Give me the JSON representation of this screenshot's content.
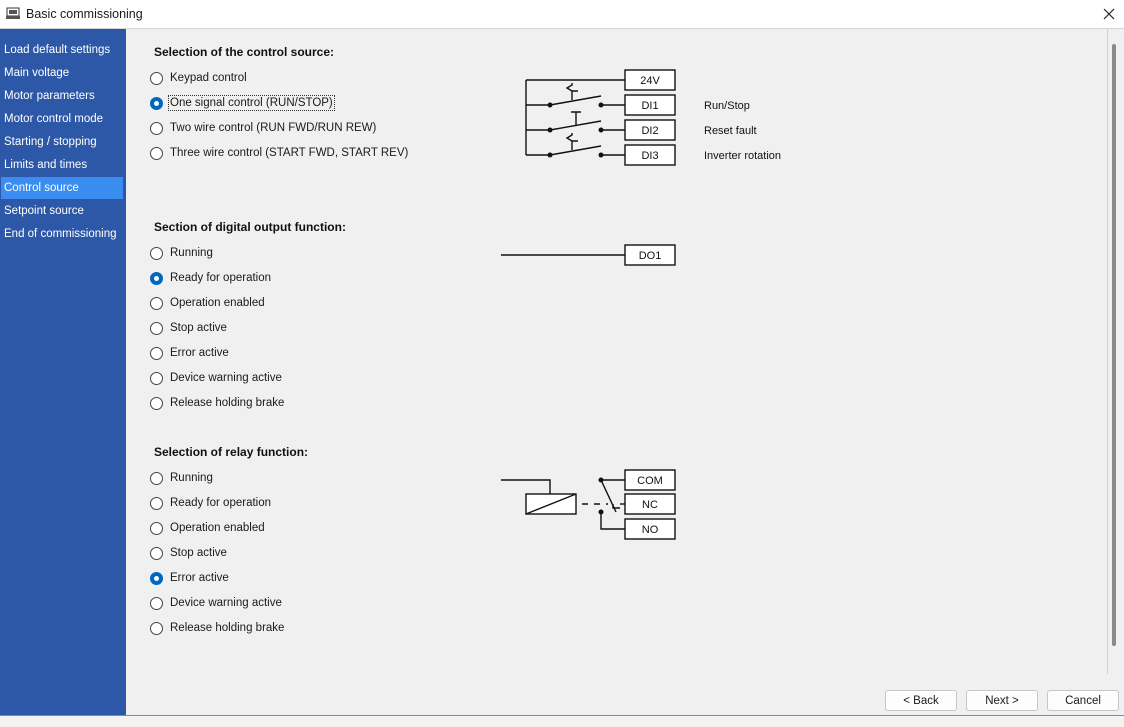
{
  "window": {
    "title": "Basic commissioning"
  },
  "sidebar": {
    "items": [
      {
        "label": "Load default settings",
        "active": false
      },
      {
        "label": "Main voltage",
        "active": false
      },
      {
        "label": "Motor parameters",
        "active": false
      },
      {
        "label": "Motor control mode",
        "active": false
      },
      {
        "label": "Starting / stopping",
        "active": false
      },
      {
        "label": "Limits and times",
        "active": false
      },
      {
        "label": "Control source",
        "active": true
      },
      {
        "label": "Setpoint source",
        "active": false
      },
      {
        "label": "End of commissioning",
        "active": false
      }
    ]
  },
  "control_source": {
    "title": "Selection of the control source:",
    "options": [
      {
        "label": "Keypad control",
        "checked": false
      },
      {
        "label": "One signal control (RUN/STOP)",
        "checked": true
      },
      {
        "label": "Two wire control (RUN FWD/RUN REW)",
        "checked": false
      },
      {
        "label": "Three wire control (START FWD, START REV)",
        "checked": false
      }
    ],
    "diagram": {
      "terminals": [
        "24V",
        "DI1",
        "DI2",
        "DI3"
      ],
      "descriptions": [
        "Run/Stop",
        "Reset fault",
        "Inverter rotation"
      ]
    }
  },
  "digital_output": {
    "title": "Section of digital output function:",
    "options": [
      {
        "label": "Running",
        "checked": false
      },
      {
        "label": "Ready for operation",
        "checked": true
      },
      {
        "label": "Operation enabled",
        "checked": false
      },
      {
        "label": "Stop active",
        "checked": false
      },
      {
        "label": "Error active",
        "checked": false
      },
      {
        "label": "Device warning active",
        "checked": false
      },
      {
        "label": "Release holding brake",
        "checked": false
      }
    ],
    "diagram": {
      "terminal": "DO1"
    }
  },
  "relay": {
    "title": "Selection of relay function:",
    "options": [
      {
        "label": "Running",
        "checked": false
      },
      {
        "label": "Ready for operation",
        "checked": false
      },
      {
        "label": "Operation enabled",
        "checked": false
      },
      {
        "label": "Stop active",
        "checked": false
      },
      {
        "label": "Error active",
        "checked": true
      },
      {
        "label": "Device warning active",
        "checked": false
      },
      {
        "label": "Release holding brake",
        "checked": false
      }
    ],
    "diagram": {
      "terminals": [
        "COM",
        "NC",
        "NO"
      ]
    }
  },
  "buttons": {
    "back": "< Back",
    "next": "Next >",
    "cancel": "Cancel"
  },
  "colors": {
    "sidebar_bg": "#2d58a8",
    "sidebar_active": "#3b8cf0",
    "radio_checked": "#0067c0"
  }
}
